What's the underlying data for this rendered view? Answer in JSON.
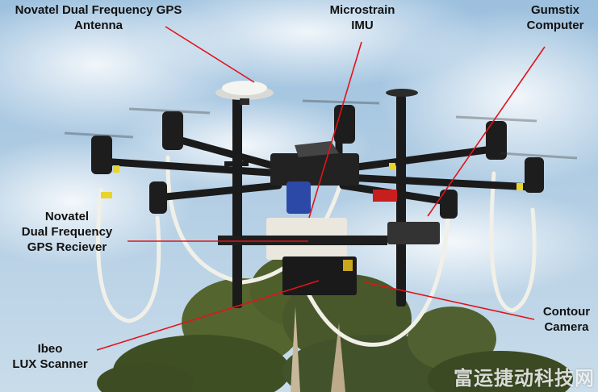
{
  "labels": {
    "gps_antenna": [
      "Novatel Dual Frequency GPS",
      "Antenna"
    ],
    "imu": [
      "Microstrain",
      "IMU"
    ],
    "computer": [
      "Gumstix",
      "Computer"
    ],
    "gps_receiver": [
      "Novatel",
      "Dual Frequency",
      "GPS Reciever"
    ],
    "contour_camera": [
      "Contour",
      "Camera"
    ],
    "lux_scanner": [
      "Ibeo",
      "LUX Scanner"
    ]
  },
  "watermark": "富运捷动科技网",
  "colors": {
    "sky_top": "#9cc0de",
    "sky_bottom": "#c9dcea",
    "leader_line": "#e0141a",
    "frame": "#1b1b1b",
    "tubing": "#f1f0e8"
  }
}
